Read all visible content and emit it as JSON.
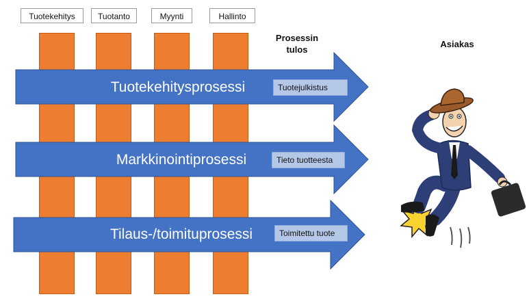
{
  "departments": [
    {
      "label": "Tuotekehitys"
    },
    {
      "label": "Tuotanto"
    },
    {
      "label": "Myynti"
    },
    {
      "label": "Hallinto"
    }
  ],
  "headings": {
    "process_result": "Prosessin\ntulos",
    "customer": "Asiakas"
  },
  "processes": [
    {
      "title": "Tuotekehitysprosessi",
      "result": "Tuotejulkistus"
    },
    {
      "title": "Markkinointiprosessi",
      "result": "Tieto tuotteesta"
    },
    {
      "title": "Tilaus-/toimituprosessi",
      "result": "Toimitettu tuote"
    }
  ],
  "colors": {
    "column": "#ed7d31",
    "arrow": "#4472c4",
    "result_box": "#b4c7e7"
  },
  "illustration": {
    "icon": "cheerful-businessman-with-hat-and-briefcase"
  }
}
